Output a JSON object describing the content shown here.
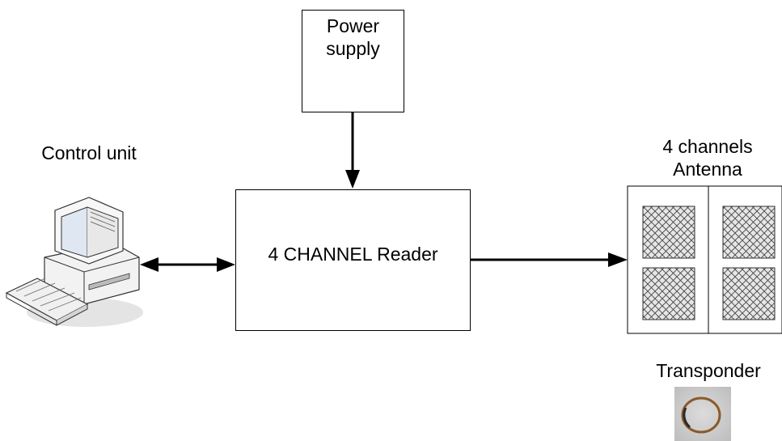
{
  "diagram": {
    "power_supply": {
      "label": "Power\nsupply"
    },
    "reader": {
      "label": "4 CHANNEL Reader"
    },
    "control_unit": {
      "label": "Control unit",
      "icon": "desktop-computer-icon"
    },
    "antenna": {
      "label": "4 channels\nAntenna",
      "panel_count": 4,
      "icon": "antenna-panel-icon"
    },
    "transponder": {
      "label": "Transponder",
      "icon": "ring-transponder-icon"
    },
    "connections": [
      {
        "from": "power_supply",
        "to": "reader",
        "direction": "one-way"
      },
      {
        "from": "control_unit",
        "to": "reader",
        "direction": "two-way"
      },
      {
        "from": "reader",
        "to": "antenna",
        "direction": "one-way"
      }
    ],
    "colors": {
      "line": "#000000",
      "panel_fill": "#dcdcdc",
      "ring": "#8b5a2b"
    }
  }
}
